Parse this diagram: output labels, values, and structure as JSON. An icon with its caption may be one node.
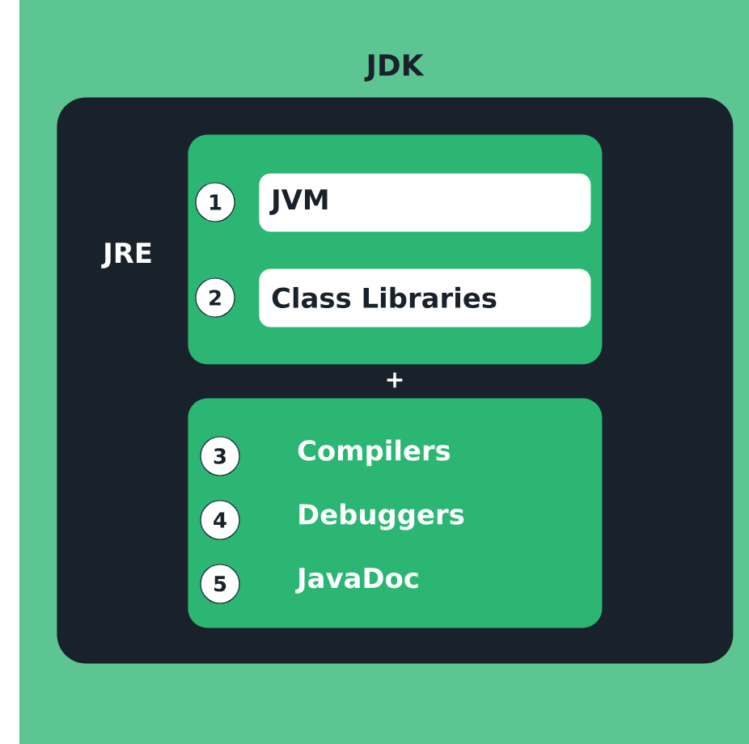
{
  "diagram": {
    "nodes": [
      {
        "text": [
          "JDK"
        ]
      },
      {
        "text": [
          "JRE"
        ],
        "in": 0
      },
      {
        "text": [
          "JVM"
        ],
        "in": 1,
        "beside": [
          "1"
        ]
      },
      {
        "text": [
          "Class Libraries"
        ],
        "in": 1,
        "beside": [
          "2"
        ]
      },
      {
        "text": [
          "Compilers",
          "Debuggers",
          "JavaDoc"
        ],
        "in": 0
      }
    ],
    "labels": [
      "+",
      "3",
      "4",
      "5"
    ]
  }
}
